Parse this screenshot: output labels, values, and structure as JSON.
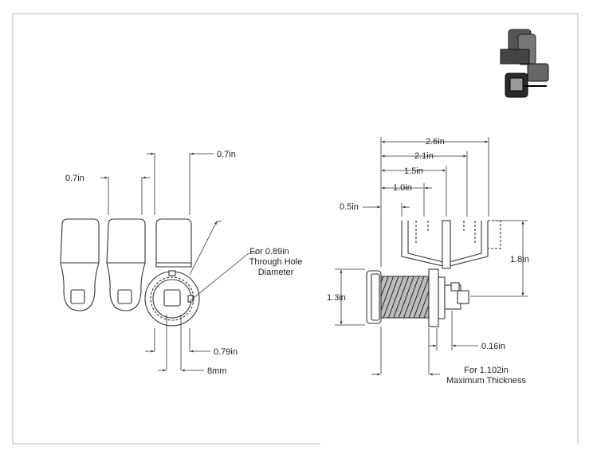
{
  "colors": {
    "line": "#333333",
    "border": "#b5b5b5",
    "ink": "#222222"
  },
  "left_view": {
    "dim_top_right": "0.7in",
    "dim_top_left": "0.7in",
    "dim_bottom_right": "0.79in",
    "dim_bottom": "8mm",
    "note_line1": "For 0.89in",
    "note_line2": "Through Hole",
    "note_line3": "Diameter"
  },
  "right_view": {
    "dim_2_6": "2.6in",
    "dim_2_1": "2.1in",
    "dim_1_5": "1.5in",
    "dim_1_0": "1.0in",
    "dim_0_5": "0.5in",
    "dim_1_8": "1.8in",
    "dim_1_3": "1.3in",
    "dim_0_16": "0.16in",
    "note_line1": "For 1.102in",
    "note_line2": "Maximum Thickness"
  },
  "product_icon": "cam-lock-thumbnail"
}
